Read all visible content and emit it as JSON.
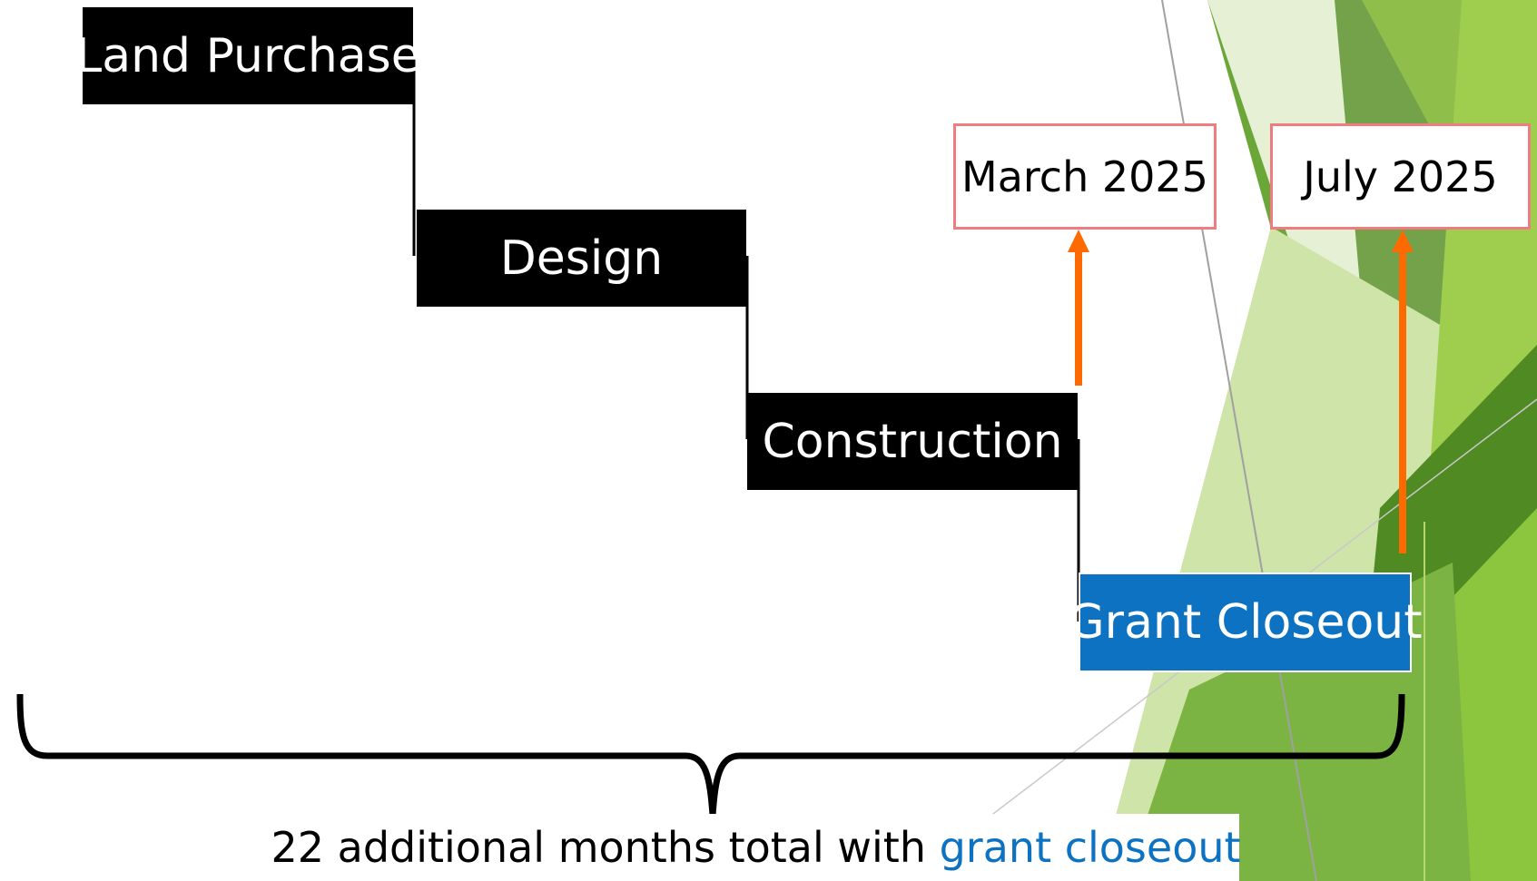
{
  "phases": {
    "land_purchase": "Land Purchase",
    "design": "Design",
    "construction": "Construction",
    "grant_closeout": "Grant Closeout"
  },
  "milestones": {
    "march": "March 2025",
    "july": "July 2025"
  },
  "caption": {
    "prefix": "22 additional months total with ",
    "highlight": "grant closeout"
  },
  "colors": {
    "phase_fill": "#000000",
    "closeout_fill": "#0d72c1",
    "milestone_border": "#ef7c80",
    "arrow": "#ff6a00",
    "highlight_text": "#0d72c1",
    "green_dark": "#4f8a22",
    "green_mid": "#76b043",
    "green_light": "#cfe4a8"
  }
}
